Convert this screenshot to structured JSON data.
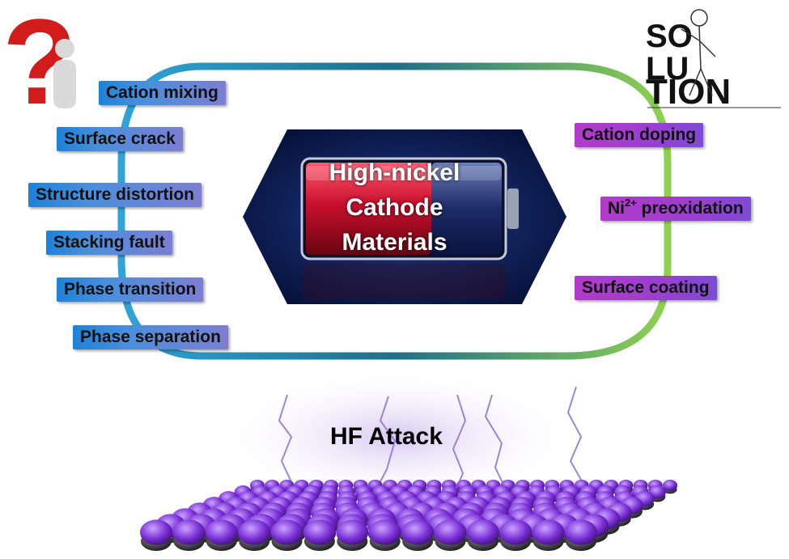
{
  "problems": [
    "Cation mixing",
    "Surface crack",
    "Structure distortion",
    "Stacking fault",
    "Phase transition",
    "Phase separation"
  ],
  "solutions": {
    "cation_doping": "Cation doping",
    "ni_base": "Ni",
    "ni_sup": "2+",
    "ni_rest": " preoxidation",
    "surface_coating": "Surface coating"
  },
  "center": {
    "line1": "High-nickel",
    "line2": "Cathode",
    "line3": "Materials"
  },
  "bottom": {
    "label": "HF Attack"
  },
  "solution_logo": {
    "letters": [
      "S",
      "O",
      "L",
      "U",
      "T",
      "I",
      "O",
      "N"
    ]
  },
  "colors": {
    "problem_box": "#1e82d8",
    "solution_box": "#b33ac9",
    "battery_red": "#c8102e",
    "lattice_sphere": "#7a2fd6"
  }
}
